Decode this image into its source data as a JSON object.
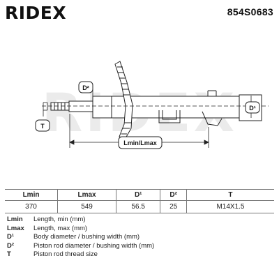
{
  "header": {
    "brand_name": "RIDEX",
    "part_number": "854S0683",
    "accent_color": "#e8a317"
  },
  "diagram": {
    "watermark": "RIDEX",
    "label_d2": "D²",
    "label_d1": "D¹",
    "label_t": "T",
    "label_length": "Lmin/Lmax"
  },
  "table": {
    "headers": [
      "Lmin",
      "Lmax",
      "D¹",
      "D²",
      "T"
    ],
    "values": [
      "370",
      "549",
      "56.5",
      "25",
      "M14X1.5"
    ]
  },
  "legend": [
    {
      "key": "Lmin",
      "desc": "Length, min (mm)"
    },
    {
      "key": "Lmax",
      "desc": "Length, max (mm)"
    },
    {
      "key": "D¹",
      "desc": "Body diameter / bushing width (mm)"
    },
    {
      "key": "D²",
      "desc": "Piston rod diameter / bushing width (mm)"
    },
    {
      "key": "T",
      "desc": "Piston rod thread size"
    }
  ]
}
